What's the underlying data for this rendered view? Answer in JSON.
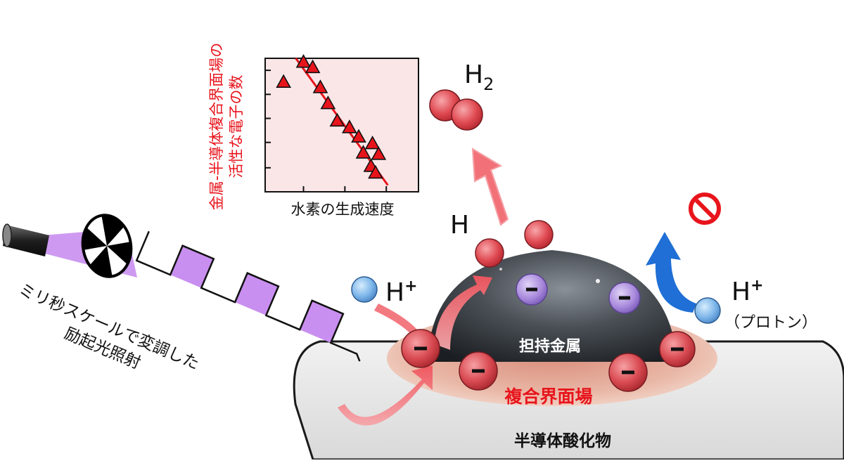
{
  "labels": {
    "support": "半導体酸化物",
    "metal": "担持金属",
    "interface": "複合界面場",
    "light_line1": "ミリ秒スケールで変調した",
    "light_line2": "励起光照射",
    "h_atom": "H",
    "h2": "H",
    "h2_sub": "2",
    "proton_left": "H",
    "proton_left_sup": "+",
    "proton_right": "H",
    "proton_right_sup": "+",
    "proton_note": "（プロトン）",
    "electron": "−"
  },
  "chart_data": {
    "type": "scatter",
    "xlabel": "水素の生成速度",
    "ylabel_line1": "金属-半導体複合界面場の",
    "ylabel_line2": "活性な電子の数",
    "marker": "triangle",
    "has_trendline": true,
    "trend": "negative",
    "points": [
      {
        "x": 0.12,
        "y": 0.82
      },
      {
        "x": 0.25,
        "y": 0.97
      },
      {
        "x": 0.31,
        "y": 0.93
      },
      {
        "x": 0.36,
        "y": 0.78
      },
      {
        "x": 0.41,
        "y": 0.66
      },
      {
        "x": 0.47,
        "y": 0.53
      },
      {
        "x": 0.55,
        "y": 0.48
      },
      {
        "x": 0.61,
        "y": 0.41
      },
      {
        "x": 0.64,
        "y": 0.29
      },
      {
        "x": 0.7,
        "y": 0.36
      },
      {
        "x": 0.74,
        "y": 0.28
      },
      {
        "x": 0.69,
        "y": 0.19
      },
      {
        "x": 0.72,
        "y": 0.14
      }
    ],
    "trendline": {
      "x": [
        0.2,
        0.8
      ],
      "y": [
        1.0,
        0.05
      ]
    }
  },
  "colors": {
    "red_text": "#e8141c",
    "electron_red": "#d94b52",
    "electron_purple": "#9b7ad8",
    "proton_blue": "#6aa6e0",
    "hydrogen_red": "#e04a52",
    "light_purple": "#c98ff0",
    "arrow_pink": "#f26a72",
    "arrow_blue": "#1f6fd6"
  }
}
